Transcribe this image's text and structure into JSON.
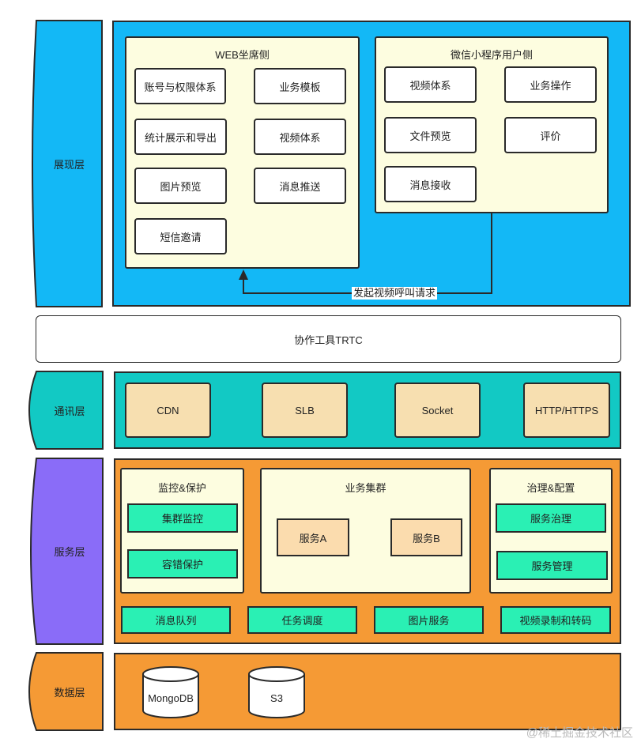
{
  "layers": {
    "presentation": "展现层",
    "communication": "通讯层",
    "service": "服务层",
    "data": "数据层"
  },
  "presentation": {
    "web": {
      "title": "WEB坐席侧",
      "items": [
        "账号与权限体系",
        "业务模板",
        "统计展示和导出",
        "视频体系",
        "图片预览",
        "消息推送",
        "短信邀请"
      ]
    },
    "wechat": {
      "title": "微信小程序用户侧",
      "items": [
        "视频体系",
        "业务操作",
        "文件预览",
        "评价",
        "消息接收"
      ]
    },
    "arrow_label": "发起视频呼叫请求"
  },
  "trtc": "协作工具TRTC",
  "communication": {
    "items": [
      "CDN",
      "SLB",
      "Socket",
      "HTTP/HTTPS"
    ]
  },
  "service": {
    "monitor": {
      "title": "监控&保护",
      "items": [
        "集群监控",
        "容错保护"
      ]
    },
    "cluster": {
      "title": "业务集群",
      "items": [
        "服务A",
        "服务B"
      ]
    },
    "governance": {
      "title": "治理&配置",
      "items": [
        "服务治理",
        "服务管理"
      ]
    },
    "bottom": [
      "消息队列",
      "任务调度",
      "图片服务",
      "视频录制和转码"
    ]
  },
  "data": {
    "items": [
      "MongoDB",
      "S3"
    ]
  },
  "watermark": "@稀土掘金技术社区",
  "colors": {
    "presentation": "#13b8f6",
    "communication": "#12c9c4",
    "service": "#8a6cf8",
    "data": "#f59a35",
    "cream": "#fdfde0",
    "tan": "#f7dfb0",
    "green": "#2af0b4"
  }
}
